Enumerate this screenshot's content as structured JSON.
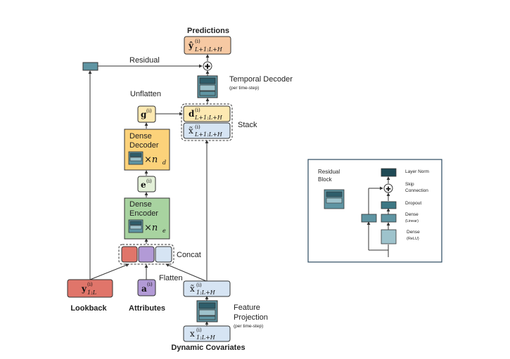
{
  "main": {
    "predictions_label": "Predictions",
    "residual_label": "Residual",
    "temporal_decoder_label": "Temporal Decoder",
    "temporal_decoder_sub": "(per time-step)",
    "unflatten_label": "Unflatten",
    "stack_label": "Stack",
    "dense_decoder_label_1": "Dense",
    "dense_decoder_label_2": "Decoder",
    "dense_decoder_mult": "×n",
    "dense_decoder_mult_sub": "d",
    "dense_encoder_label_1": "Dense",
    "dense_encoder_label_2": "Encoder",
    "dense_encoder_mult": "×n",
    "dense_encoder_mult_sub": "e",
    "concat_label": "Concat",
    "flatten_label": "Flatten",
    "feature_projection_label_1": "Feature",
    "feature_projection_label_2": "Projection",
    "feature_projection_sub": "(per time-step)",
    "lookback_label": "Lookback",
    "attributes_label": "Attributes",
    "dynamic_covariates_label": "Dynamic Covariates",
    "math": {
      "y_hat": "ŷ",
      "y_hat_sup": "(i)",
      "y_hat_sub": "L+1:L+H",
      "d": "d",
      "d_sup": "(i)",
      "d_sub": "L+1:L+H",
      "x_tilde_top": "x̃",
      "x_tilde_top_sup": "(i)",
      "x_tilde_top_sub": "L+1:L+H",
      "g": "g",
      "g_sup": "(i)",
      "e": "e",
      "e_sup": "(i)",
      "y": "y",
      "y_sup": "(i)",
      "y_sub": "1:L",
      "a": "a",
      "a_sup": "(i)",
      "x_tilde_bottom": "x̃",
      "x_tilde_bottom_sup": "(i)",
      "x_tilde_bottom_sub": "1:L+H",
      "x": "x",
      "x_sup": "(i)",
      "x_sub": "1:L+H"
    }
  },
  "legend": {
    "residual_block_label_1": "Residual",
    "residual_block_label_2": "Block",
    "layer_norm_label": "Layer Norm",
    "skip_connection_label_1": "Skip",
    "skip_connection_label_2": "Connection",
    "dropout_label": "Dropout",
    "dense_linear_label": "Dense",
    "dense_linear_sub": "(Linear)",
    "dense_relu_label": "Dense",
    "dense_relu_sub": "(ReLU)"
  },
  "colors": {
    "predictions": "#f0a03c",
    "prediction_box": "#f6c9a3",
    "lookback": "#c0392b",
    "lookback_box": "#e0756a",
    "attributes": "#9b7fc0",
    "attributes_box": "#b29ad6",
    "dynamic_covariates": "#6a9fd8",
    "covariates_box": "#d6e4f3",
    "encoder_box": "#a8d3a0",
    "decoder_box": "#fcd27a",
    "decoder_small_box": "#fde9b2",
    "e_box": "#e3f0d8",
    "layer_dark": "#2f5e6b",
    "layer_mid": "#5f95a3",
    "layer_light": "#9ec3cc",
    "legend_border": "#2c4a60"
  }
}
